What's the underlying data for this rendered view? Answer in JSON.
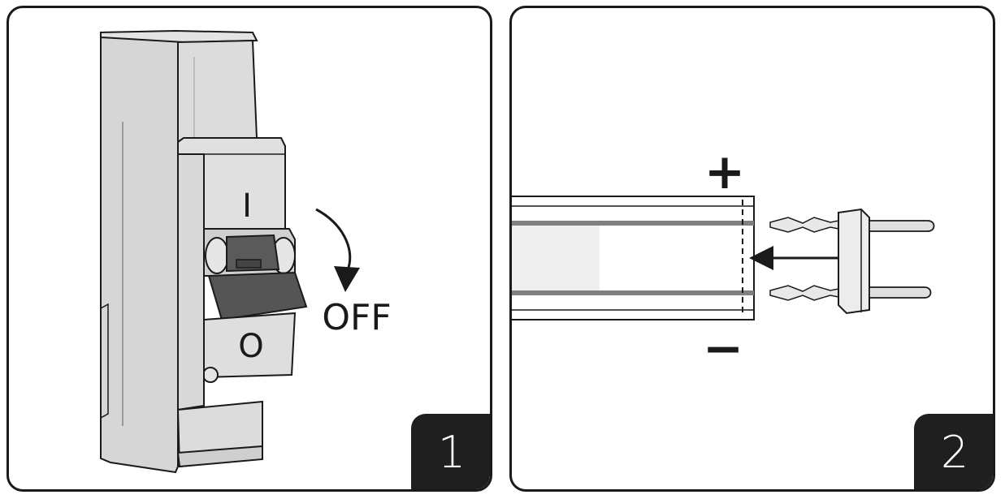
{
  "panels": [
    {
      "step": "1",
      "switch_on_label": "I",
      "switch_off_label": "O",
      "action_label": "OFF"
    },
    {
      "step": "2",
      "positive_label": "+",
      "negative_label": "−"
    }
  ],
  "colors": {
    "outline": "#1a1a1a",
    "breaker_body": "#dcdcdc",
    "breaker_shadow": "#c4c4c4",
    "toggle": "#555555",
    "strip_line": "#808080",
    "strip_fill": "#efefef"
  }
}
